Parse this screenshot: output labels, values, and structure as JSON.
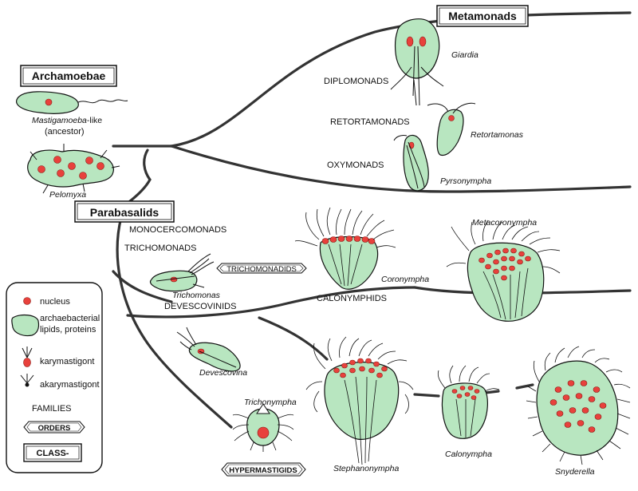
{
  "groups": {
    "metamonads": "Metamonads",
    "archamoebae": "Archamoebae",
    "parabasalids": "Parabasalids"
  },
  "orders": {
    "diplomonads": "DIPLOMONADS",
    "retortamonads": "RETORTAMONADS",
    "oxymonads": "OXYMONADS",
    "monocercomonads": "MONOCERCOMONADS",
    "trichomonads": "TRICHOMONADS",
    "trichomonadids": "TRICHOMONADIDS",
    "devescovinids": "DEVESCOVINIDS",
    "calonymphids": "CALONYMPHIDS",
    "hypermastigids": "HYPERMASTIGIDS"
  },
  "organisms": {
    "giardia": "Giardia",
    "retortamonas": "Retortamonas",
    "pyrsonympha": "Pyrsonympha",
    "mastigamoeba": "Mastigamoeba",
    "mastigamoeba_suffix": "-like",
    "ancestor": "(ancestor)",
    "pelomyxa": "Pelomyxa",
    "trichomonas": "Trichomonas",
    "coronympha": "Coronympha",
    "metacoronympha": "Metacoronympha",
    "devescovina": "Devescovina",
    "trichonympha": "Trichonympha",
    "stephanonympha": "Stephanonympha",
    "calonympha": "Calonympha",
    "snyderella": "Snyderella"
  },
  "legend": {
    "nucleus": "nucleus",
    "lipids_line1": "archaebacterial",
    "lipids_line2": "lipids, proteins",
    "karymastigont": "karymastigont",
    "akarymastigont": "akarymastigont",
    "families": "FAMILIES",
    "orders": "ORDERS",
    "class": "CLASS-"
  },
  "colors": {
    "cell_fill": "#b8e6c0",
    "nucleus": "#e8413c",
    "branch": "#333333"
  }
}
